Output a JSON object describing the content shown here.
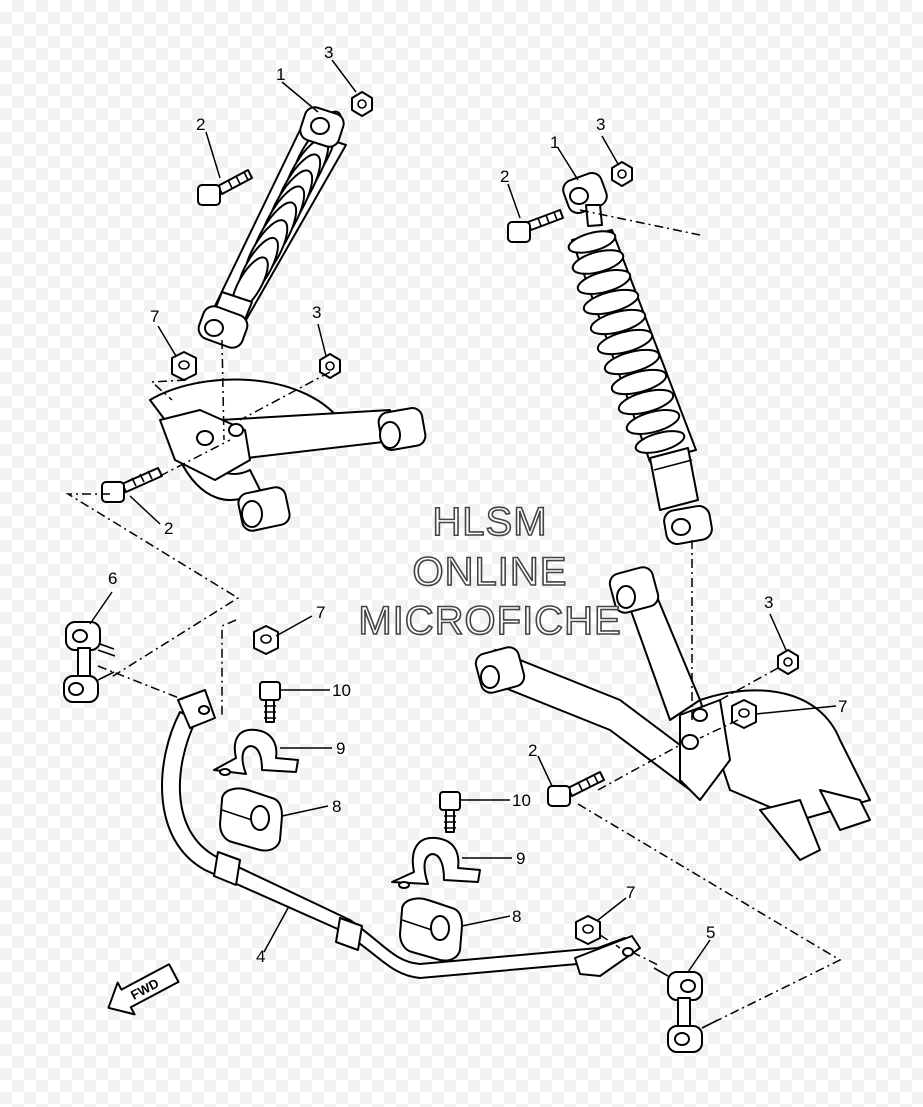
{
  "watermark": [
    "HLSM",
    "ONLINE",
    "MICROFICHE"
  ],
  "fwd_label": "FWD",
  "callouts": [
    {
      "id": "l1a",
      "text": "1"
    },
    {
      "id": "l3a",
      "text": "3"
    },
    {
      "id": "l2a",
      "text": "2"
    },
    {
      "id": "l7a",
      "text": "7"
    },
    {
      "id": "l3b",
      "text": "3"
    },
    {
      "id": "l2b",
      "text": "2"
    },
    {
      "id": "l3c",
      "text": "3"
    },
    {
      "id": "l1b",
      "text": "1"
    },
    {
      "id": "l2c",
      "text": "2"
    },
    {
      "id": "l3d",
      "text": "3"
    },
    {
      "id": "l7b",
      "text": "7"
    },
    {
      "id": "l2d",
      "text": "2"
    },
    {
      "id": "l6",
      "text": "6"
    },
    {
      "id": "l7c",
      "text": "7"
    },
    {
      "id": "l10a",
      "text": "10"
    },
    {
      "id": "l9a",
      "text": "9"
    },
    {
      "id": "l8a",
      "text": "8"
    },
    {
      "id": "l10b",
      "text": "10"
    },
    {
      "id": "l9b",
      "text": "9"
    },
    {
      "id": "l8b",
      "text": "8"
    },
    {
      "id": "l4",
      "text": "4"
    },
    {
      "id": "l7d",
      "text": "7"
    },
    {
      "id": "l5",
      "text": "5"
    }
  ]
}
